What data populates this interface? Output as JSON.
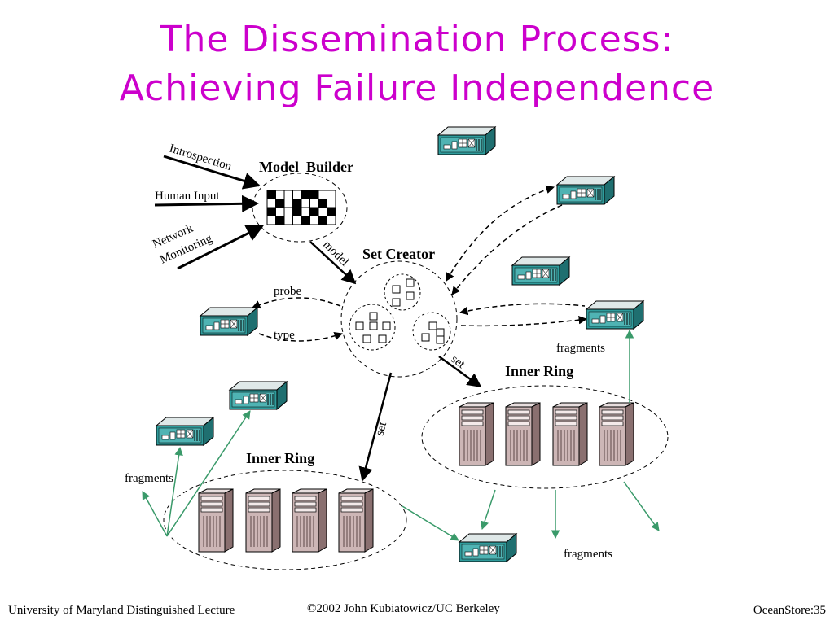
{
  "title": {
    "line1": "The Dissemination Process:",
    "line2": "Achieving Failure Independence"
  },
  "diagram": {
    "model_builder": "Model  Builder",
    "set_creator": "Set Creator",
    "inner_ring_right": "Inner Ring",
    "inner_ring_left": "Inner Ring",
    "inputs": {
      "introspection": "Introspection",
      "human_input": "Human Input",
      "network_line1": "Network",
      "network_line2": "Monitoring"
    },
    "arrows": {
      "model": "model",
      "probe": "probe",
      "type": "type",
      "set_right": "set",
      "set_down": "set"
    },
    "fragments": {
      "right": "fragments",
      "left": "fragments",
      "bottom": "fragments"
    }
  },
  "footer": {
    "left": "University of Maryland Distinguished Lecture",
    "center": "©2002 John Kubiatowicz/UC Berkeley",
    "right": "OceanStore:35"
  },
  "colors": {
    "title": "#cc00cc",
    "fragment_arrows": "#3a9a6a",
    "server_teal": "#2a8c8c"
  }
}
